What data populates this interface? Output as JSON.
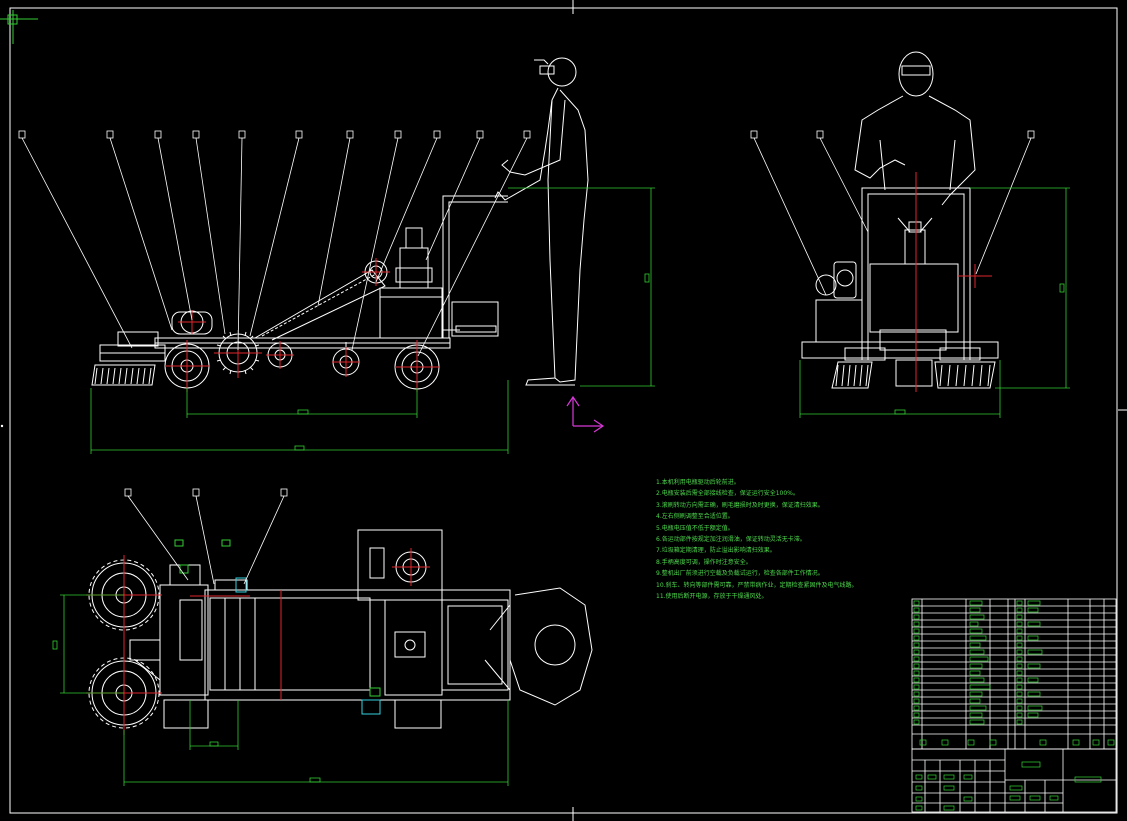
{
  "colors": {
    "background": "#000000",
    "outline": "#ffffff",
    "dimension": "#33cc33",
    "centerline": "#e0262b",
    "ucs": "#d838d8",
    "notes": "#4cd94c"
  },
  "drawing": {
    "balloon_marker": "□",
    "dimension_marker": "▭",
    "tech_notes": [
      "1.本机利用电瓶驱动后轮前进。",
      "2.电瓶安装后需全部接线检查，保证运行安全100%。",
      "3.滚刷转动方向需正确，刷毛磨损时及时更换，保证清扫效果。",
      "4.左右侧刷调整至合适位置。",
      "5.电瓶电压值不低于额定值。",
      "6.各运动部件按规定加注润滑油，保证转动灵活无卡滞。",
      "7.垃圾箱定期清理，防止溢出影响清扫效果。",
      "8.手柄高度可调，操作时注意安全。",
      "9.整机出厂前须进行空载及负载试运行，检查各部件工作情况。",
      "10.刹车、转向等部件需可靠，严禁带病作业，定期检查紧固件及电气线路。",
      "11.使用后断开电源，存放于干燥通风处。"
    ]
  }
}
